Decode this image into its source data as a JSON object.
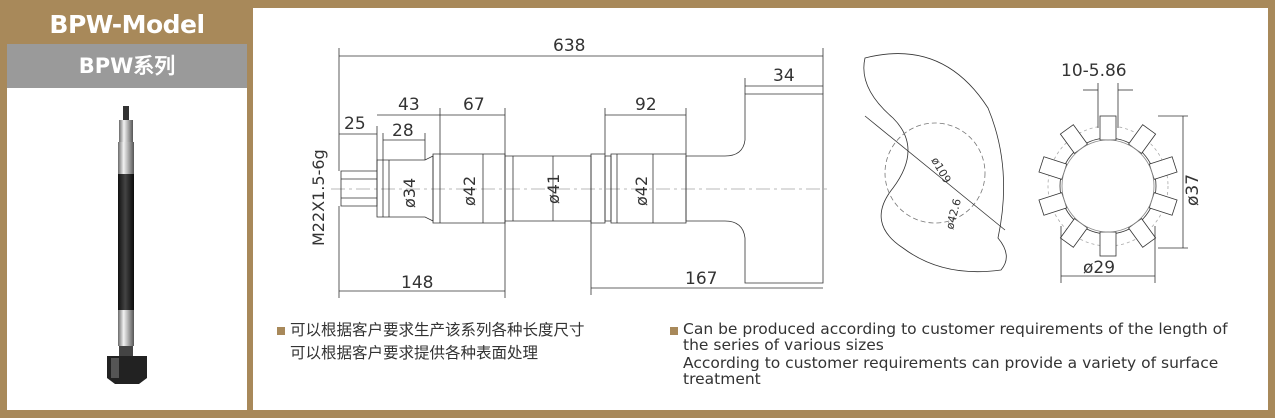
{
  "header": {
    "title": "BPW-Model",
    "subtitle": "BPW系列"
  },
  "dimensions": {
    "overall_length": "638",
    "head_width": "34",
    "d25": "25",
    "d43": "43",
    "d28": "28",
    "d67": "67",
    "d92": "92",
    "d148": "148",
    "d167": "167",
    "thread": "M22X1.5-6g",
    "dia34": "ø34",
    "dia42a": "ø42",
    "dia41": "ø41",
    "dia42b": "ø42",
    "cam_dia109": "ø109",
    "cam_dia42_6": "ø42.6",
    "spline_spec": "10-5.86",
    "spline_od": "ø37",
    "spline_id": "ø29"
  },
  "notes": {
    "cn_line1": "可以根据客户要求生产该系列各种长度尺寸",
    "cn_line2": "可以根据客户要求提供各种表面处理",
    "en_line1": "Can be produced according to customer requirements of the length of",
    "en_line2": "the series of various sizes",
    "en_line3": "According to customer requirements can provide a variety of surface",
    "en_line4": "treatment"
  },
  "colors": {
    "brand": "#a8895a",
    "subtitle_bg": "#9a9a9a"
  }
}
